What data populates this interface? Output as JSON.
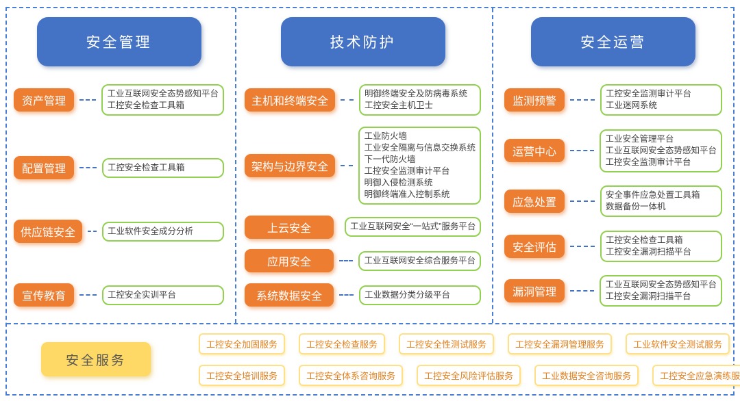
{
  "colors": {
    "header_blue": "#4472c4",
    "border_blue": "#4a7ed2",
    "label_orange": "#ed7d31",
    "product_green": "#92d050",
    "services_yellow": "#ffd966",
    "chip_border": "#ffe08a",
    "chip_text": "#e2801c",
    "product_text": "#3f3f3f"
  },
  "columns": [
    {
      "header": "安全管理",
      "rows": [
        {
          "label": "资产管理",
          "items": [
            "工业互联网安全态势感知平台",
            "工控安全检查工具箱"
          ]
        },
        {
          "label": "配置管理",
          "items": [
            "工控安全检查工具箱"
          ]
        },
        {
          "label": "供应链安全",
          "items": [
            "工业软件安全成分分析"
          ]
        },
        {
          "label": "宣传教育",
          "items": [
            "工控安全实训平台"
          ]
        }
      ]
    },
    {
      "header": "技术防护",
      "rows": [
        {
          "label": "主机和终端安全",
          "items": [
            "明御终端安全及防病毒系统",
            "工控安全主机卫士"
          ]
        },
        {
          "label": "架构与边界安全",
          "items": [
            "工业防火墙",
            "工业安全隔离与信息交换系统",
            "下一代防火墙",
            "工控安全监测审计平台",
            "明御入侵检测系统",
            "明御终端准入控制系统"
          ]
        },
        {
          "label": "上云安全",
          "items": [
            "工业互联网安全“一站式”服务平台"
          ]
        },
        {
          "label": "应用安全",
          "items": [
            "工业互联网安全综合服务平台"
          ]
        },
        {
          "label": "系统数据安全",
          "items": [
            "工业数据分类分级平台"
          ]
        }
      ]
    },
    {
      "header": "安全运营",
      "rows": [
        {
          "label": "监测预警",
          "items": [
            "工控安全监测审计平台",
            "工业迷网系统"
          ]
        },
        {
          "label": "运营中心",
          "items": [
            "工业安全管理平台",
            "工业互联网安全态势感知平台",
            "工控安全监测审计平台"
          ]
        },
        {
          "label": "应急处置",
          "items": [
            "安全事件应急处置工具箱",
            "数据备份一体机"
          ]
        },
        {
          "label": "安全评估",
          "items": [
            "工控安全检查工具箱",
            "工控安全漏洞扫描平台"
          ]
        },
        {
          "label": "漏洞管理",
          "items": [
            "工业互联网安全态势感知平台",
            "工控安全漏洞扫描平台"
          ]
        }
      ]
    }
  ],
  "services": {
    "header": "安全服务",
    "rows": [
      [
        "工控安全加固服务",
        "工控安全检查服务",
        "工控安全性测试服务",
        "工控安全漏洞管理服务",
        "工业软件安全测试服务"
      ],
      [
        "工控安全培训服务",
        "工控安全体系咨询服务",
        "工控安全风险评估服务",
        "工业数据安全咨询服务",
        "工控安全应急演练服务"
      ]
    ]
  }
}
